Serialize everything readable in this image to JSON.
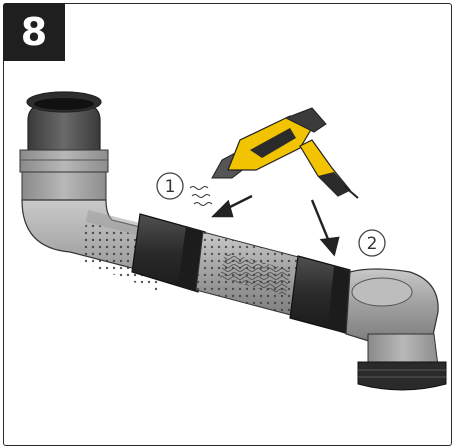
{
  "step": {
    "number": "8"
  },
  "callouts": [
    {
      "label": "1"
    },
    {
      "label": "2"
    }
  ],
  "colors": {
    "tool_body": "#f2c300",
    "tool_dark": "#2b2b2b",
    "pipe_gray": "#a9a9a9",
    "sleeve_black": "#2d2d2d"
  },
  "icons": [
    "heat-gun-icon",
    "heat-wave-icon",
    "arrow-icon"
  ]
}
